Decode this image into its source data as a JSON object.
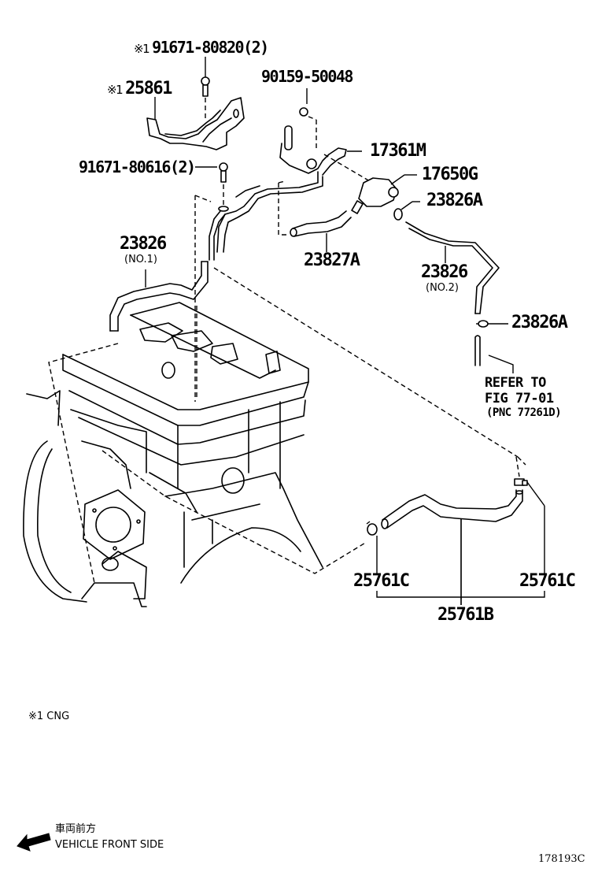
{
  "diagram": {
    "figure_id": "178193C",
    "callouts": {
      "bolt_top": {
        "mark": "※1",
        "part": "91671-80820(2)"
      },
      "bracket": {
        "mark": "※1",
        "part": "25861"
      },
      "nut": {
        "part": "90159-50048"
      },
      "bracket_valve": {
        "part": "17361M"
      },
      "vsv": {
        "part": "17650G"
      },
      "clamp_upper": {
        "part": "23826A"
      },
      "bolt_mid": {
        "part": "91671-80616(2)"
      },
      "hose_no1": {
        "part": "23826",
        "sub": "(NO.1)"
      },
      "hose_23827a": {
        "part": "23827A"
      },
      "hose_no2": {
        "part": "23826",
        "sub": "(NO.2)"
      },
      "clamp_lower": {
        "part": "23826A"
      },
      "refer": {
        "line1": "REFER TO",
        "line2": "FIG 77-01",
        "line3": "(PNC 77261D)"
      },
      "clamp_left": {
        "part": "25761C"
      },
      "clamp_right": {
        "part": "25761C"
      },
      "hose_25761b": {
        "part": "25761B"
      }
    },
    "legend": {
      "note": "※1 CNG",
      "direction_jp": "車両前方",
      "direction_en": "VEHICLE FRONT SIDE"
    }
  }
}
